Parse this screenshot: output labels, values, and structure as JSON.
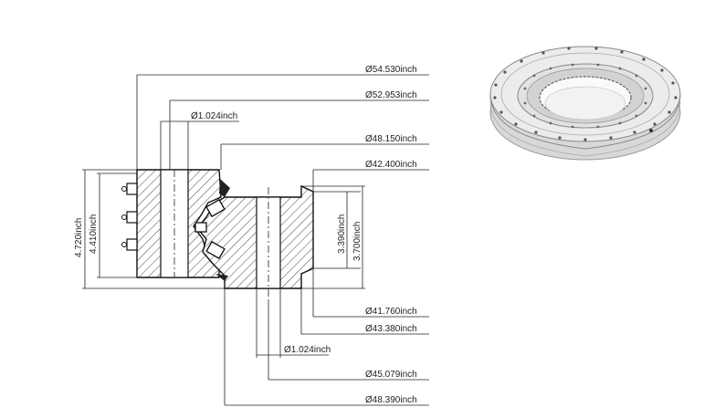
{
  "dimensions": {
    "od_outer": "Ø54.530inch",
    "bolt_circle_outer": "Ø52.953inch",
    "hole_dia_top": "Ø1.024inch",
    "dia_48150": "Ø48.150inch",
    "dia_42400": "Ø42.400inch",
    "dia_41760": "Ø41.760inch",
    "dia_43380": "Ø43.380inch",
    "hole_dia_bottom": "Ø1.024inch",
    "dia_45079": "Ø45.079inch",
    "dia_48390": "Ø48.390inch",
    "height_total": "4.720inch",
    "height_outer_ring": "4.410inch",
    "height_inner_ring": "3.390inch",
    "height_inner_gear": "3.700inch"
  }
}
